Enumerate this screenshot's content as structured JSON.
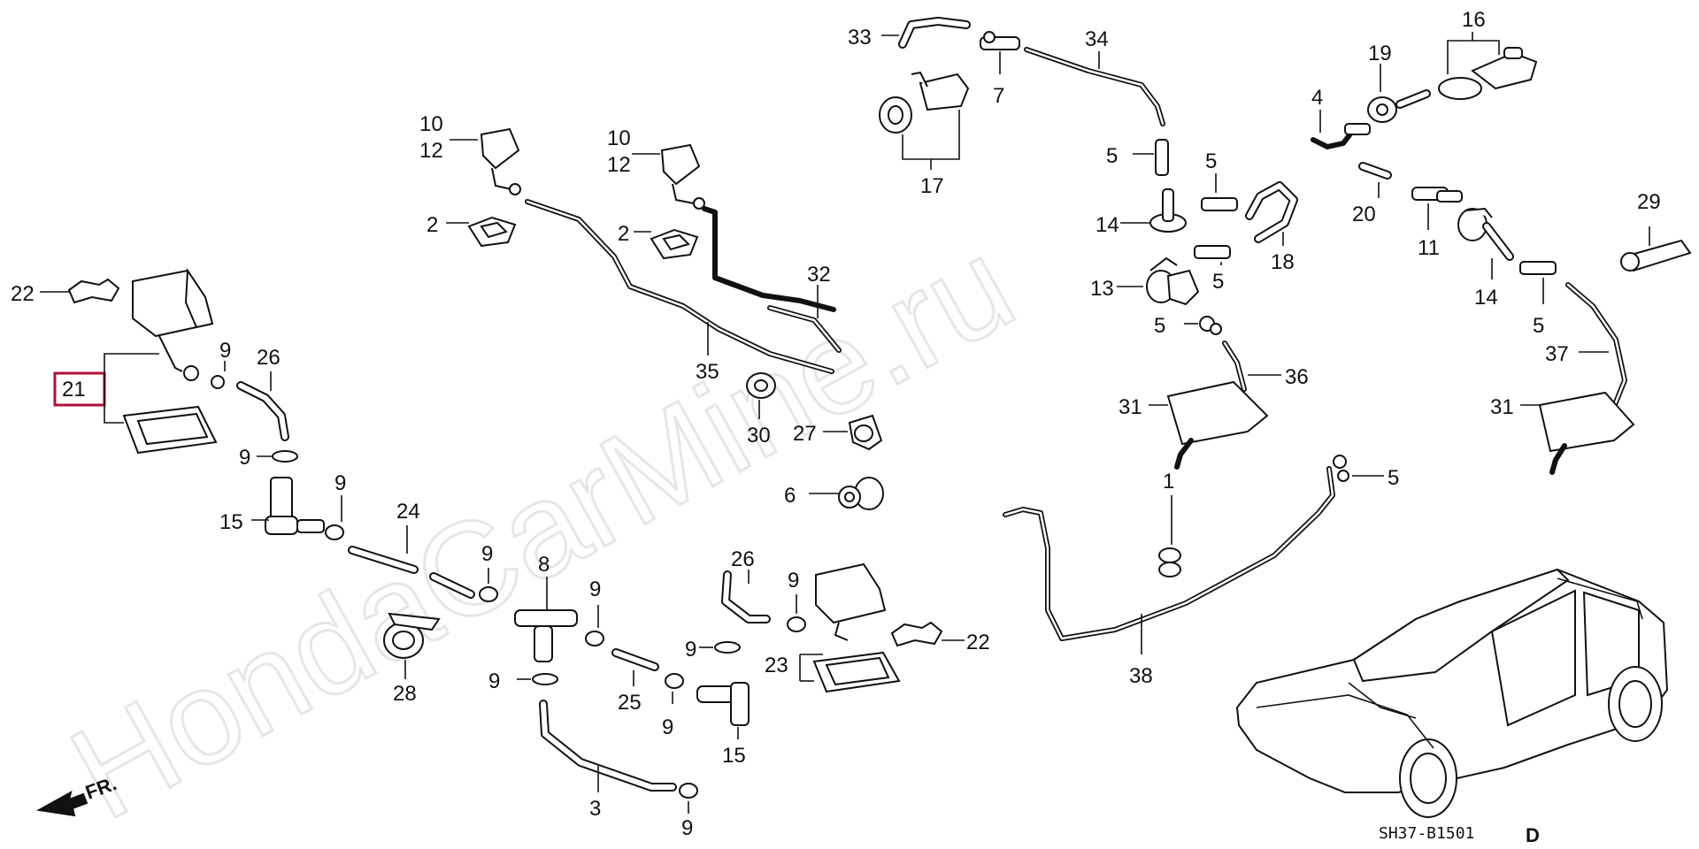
{
  "watermark": "HondaCarMine.ru",
  "reference_code": "SH37-B1501",
  "revision": "D",
  "direction_label": "FR.",
  "highlighted_part": "21",
  "callouts": {
    "c22a": "22",
    "c21": "21",
    "c9a": "9",
    "c26a": "26",
    "c9b": "9",
    "c15a": "15",
    "c9c": "9",
    "c24": "24",
    "c9d": "9",
    "c28": "28",
    "c8": "8",
    "c9e": "9",
    "c9f": "9",
    "c25": "25",
    "c9g": "9",
    "c3": "3",
    "c9h": "9",
    "c15b": "15",
    "c26b": "26",
    "c9i": "9",
    "c9j": "9",
    "c23": "23",
    "c22b": "22",
    "c10a": "10",
    "c12a": "12",
    "c2a": "2",
    "c10b": "10",
    "c12b": "12",
    "c2b": "2",
    "c32": "32",
    "c35": "35",
    "c30": "30",
    "c27": "27",
    "c6": "6",
    "c33": "33",
    "c7": "7",
    "c17": "17",
    "c34": "34",
    "c5a": "5",
    "c5b": "5",
    "c14a": "14",
    "c13": "13",
    "c5c": "5",
    "c5d": "5",
    "c18": "18",
    "c36": "36",
    "c31a": "31",
    "c1": "1",
    "c38": "38",
    "c5e": "5",
    "c4": "4",
    "c19": "19",
    "c16": "16",
    "c20": "20",
    "c11": "11",
    "c14b": "14",
    "c5f": "5",
    "c29": "29",
    "c37": "37",
    "c31b": "31"
  }
}
